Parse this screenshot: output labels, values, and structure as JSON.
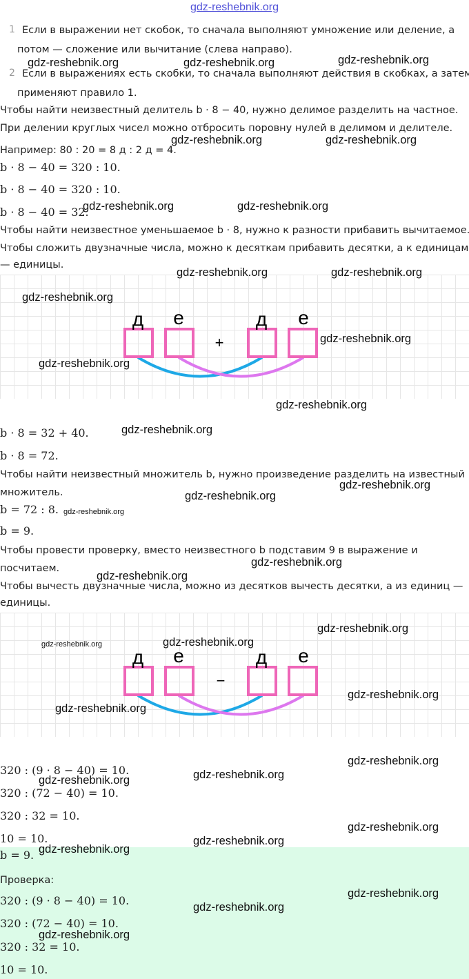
{
  "header_watermark": "gdz-reshebnik.org",
  "watermark": "gdz-reshebnik.org",
  "rules": [
    {
      "num": "1",
      "line1": "Если в выражении нет скобок, то сначала выполняют умножение или деление, а",
      "line2": "потом — сложение или вычитание (слева направо)."
    },
    {
      "num": "2",
      "line1": "Если в выражениях есть скобки, то сначала выполняют действия в скобках, а затем",
      "line2": "применяют правило 1."
    }
  ],
  "lines": {
    "l1": "Чтобы найти неизвестный делитель b · 8 − 40, нужно делимое разделить на частное.",
    "l2": "При делении круглых чисел можно отбросить поровну нулей в делимом и делителе.",
    "l3": "Например: 80 : 20 = 8 д : 2 д = 4.",
    "l4": "b · 8 − 40 = 320 : 10.",
    "l5": "b · 8 − 40 = 320 : 10.",
    "l6": "b · 8 − 40 = 32.",
    "l7": "Чтобы найти неизвестное уменьшаемое b · 8, нужно к разности прибавить вычитаемое.",
    "l8": "Чтобы сложить двузначные числа, можно к десяткам прибавить десятки, а к единицам",
    "l9": "— единицы.",
    "l10": "b · 8 = 32 + 40.",
    "l11": "b · 8 = 72.",
    "l12": "Чтобы найти неизвестный множитель b, нужно произведение разделить на известный",
    "l13": "множитель.",
    "l14": "b = 72 : 8.",
    "l15": "b = 9.",
    "l16": "Чтобы провести проверку, вместо неизвестного b подставим 9 в выражение и",
    "l17": "посчитаем.",
    "l18": "Чтобы вычесть двузначные числа, можно из десятков вычесть десятки, а из единиц —",
    "l19": "единицы.",
    "l20": "320 : (9 · 8 − 40) = 10.",
    "l21": "320 : (72 − 40) = 10.",
    "l22": "320 : 32 = 10.",
    "l23": "10 = 10.",
    "l24": "b = 9.",
    "l25": "Проверка:",
    "l26": "320 : (9 · 8 − 40) = 10.",
    "l27": "320 : (72 − 40) = 10.",
    "l28": "320 : 32 = 10.",
    "l29": "10 = 10."
  },
  "diagram1": {
    "tens": "д",
    "ones": "е",
    "op": "+"
  },
  "diagram2": {
    "tens": "д",
    "ones": "е",
    "op": "−"
  },
  "colors": {
    "box": "#ee66b8",
    "tens_arc": "#1ea8e6",
    "ones_arc": "#dd77ee",
    "answer_bg": "#dcfbe8"
  }
}
